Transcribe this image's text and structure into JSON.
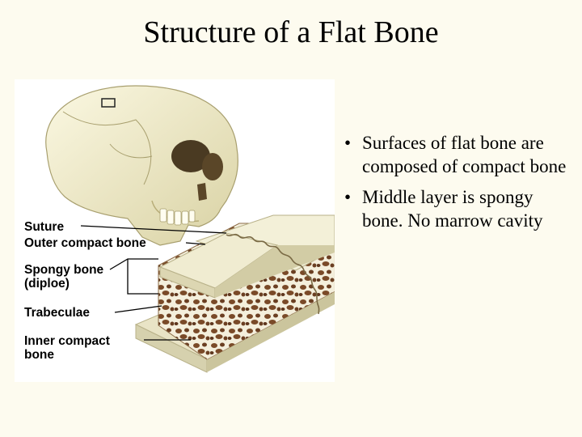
{
  "slide": {
    "title": "Structure of a Flat Bone",
    "bullets": [
      "Surfaces of flat bone are composed of compact bone",
      "Middle layer is spongy bone. No marrow cavity"
    ]
  },
  "figure": {
    "labels": {
      "suture": "Suture",
      "outer_compact": "Outer compact bone",
      "spongy_line1": "Spongy bone",
      "spongy_line2": "(diploe)",
      "trabeculae": "Trabeculae",
      "inner_line1": "Inner compact",
      "inner_line2": "bone"
    }
  },
  "colors": {
    "background": "#fdfbef",
    "bone_light": "#f2efd6",
    "bone_shade": "#d6d1ae",
    "spongy": "#7a4a28"
  }
}
